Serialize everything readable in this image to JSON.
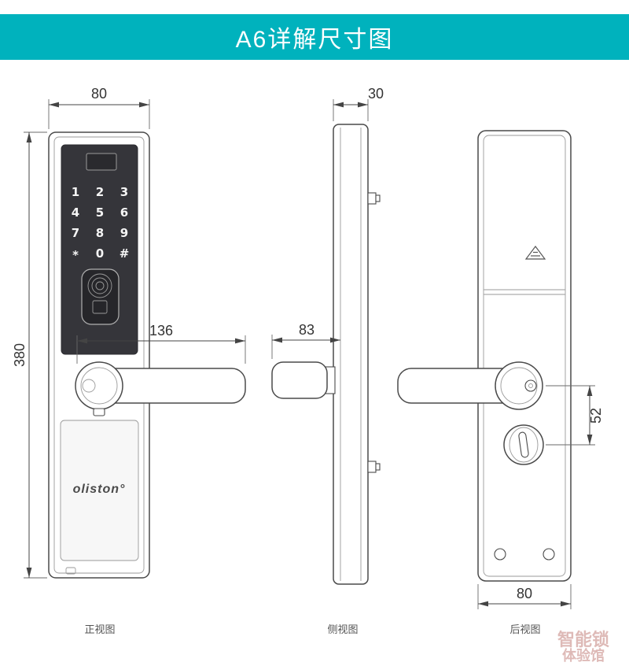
{
  "header": {
    "title": "A6详解尺寸图",
    "accent_color": "#00b2bd"
  },
  "front": {
    "label": "正视图",
    "dim_width": "80",
    "dim_height": "380",
    "dim_handle": "136",
    "brand": "oliston°",
    "keys": [
      "1",
      "2",
      "3",
      "4",
      "5",
      "6",
      "7",
      "8",
      "9",
      "*",
      "0",
      "#"
    ]
  },
  "side": {
    "label": "侧视图",
    "dim_thickness": "30",
    "dim_handle_depth": "83"
  },
  "back": {
    "label": "后视图",
    "dim_handle_to_keyhole": "52",
    "dim_width": "80"
  },
  "watermark": {
    "line1": "智能锁",
    "line2": "体验馆"
  }
}
